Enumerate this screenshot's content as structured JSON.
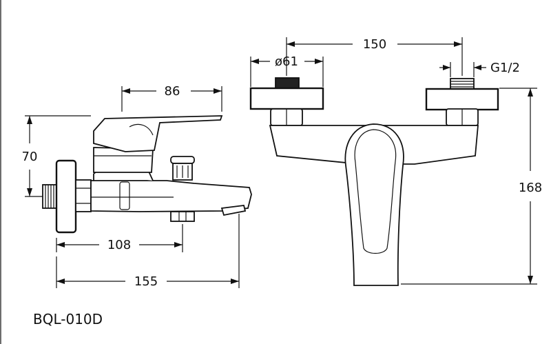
{
  "model": "BQL-010D",
  "dimensions": {
    "lever_length": "86",
    "height": "70",
    "spout_offset": "108",
    "total_depth": "155",
    "centers": "150",
    "flange_diameter": "ø61",
    "thread": "G1/2",
    "overall_height": "168"
  }
}
